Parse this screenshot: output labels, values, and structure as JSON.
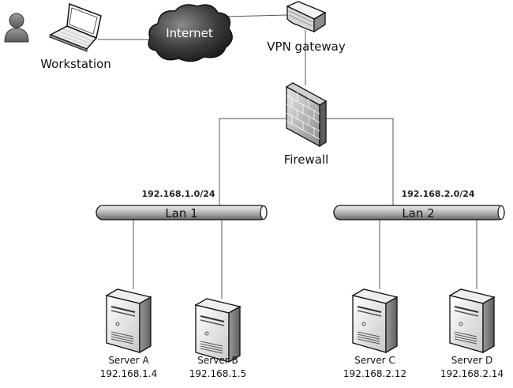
{
  "user": {
    "icon": "person-icon"
  },
  "workstation": {
    "label": "Workstation",
    "icon": "laptop-icon"
  },
  "internet": {
    "label": "Internet",
    "icon": "cloud-icon"
  },
  "vpn_gateway": {
    "label": "VPN gateway",
    "icon": "router-icon"
  },
  "firewall": {
    "label": "Firewall",
    "icon": "firewall-icon"
  },
  "lans": [
    {
      "label": "Lan 1",
      "subnet": "192.168.1.0/24"
    },
    {
      "label": "Lan 2",
      "subnet": "192.168.2.0/24"
    }
  ],
  "servers": [
    {
      "name": "Server A",
      "ip": "192.168.1.4",
      "lan": "Lan 1"
    },
    {
      "name": "Server B",
      "ip": "192.168.1.5",
      "lan": "Lan 1"
    },
    {
      "name": "Server C",
      "ip": "192.168.2.12",
      "lan": "Lan 2"
    },
    {
      "name": "Server D",
      "ip": "192.168.2.14",
      "lan": "Lan 2"
    }
  ]
}
